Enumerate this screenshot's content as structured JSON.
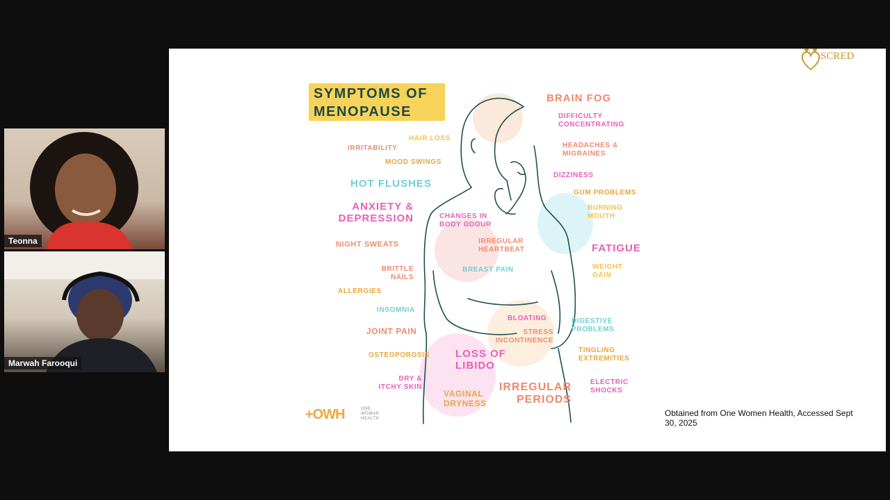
{
  "participants": [
    {
      "name": "Teonna"
    },
    {
      "name": "Marwah Farooqui"
    }
  ],
  "slide": {
    "title_line1": "SYMPTOMS OF",
    "title_line2": "MENOPAUSE",
    "logo": {
      "text": "SCRED"
    },
    "owh_logo": {
      "mark": "+OWH",
      "line1": "ONE",
      "line2": "WOMAN",
      "line3": "HEALTH"
    },
    "credit": "Obtained from One Women Health, Accessed Sept 30, 2025",
    "symptoms": {
      "hair_loss": "HAIR LOSS",
      "irritability": "IRRITABILITY",
      "mood_swings": "MOOD SWINGS",
      "hot_flushes": "HOT FLUSHES",
      "anxiety_1": "ANXIETY &",
      "anxiety_2": "DEPRESSION",
      "night_sweats": "NIGHT SWEATS",
      "brittle_1": "BRITTLE",
      "brittle_2": "NAILS",
      "allergies": "ALLERGIES",
      "insomnia": "INSOMNIA",
      "joint_pain": "JOINT PAIN",
      "osteoporosis": "OSTEOPOROSIS",
      "dry_1": "DRY &",
      "dry_2": "ITCHY SKIN",
      "body_odour_1": "CHANGES IN",
      "body_odour_2": "BODY ODOUR",
      "heartbeat_1": "IRREGULAR",
      "heartbeat_2": "HEARTBEAT",
      "breast_pain": "BREAST PAIN",
      "bloating": "BLOATING",
      "stress_1": "STRESS",
      "stress_2": "INCONTINENCE",
      "libido_1": "LOSS OF",
      "libido_2": "LIBIDO",
      "vaginal_1": "VAGINAL",
      "vaginal_2": "DRYNESS",
      "periods_1": "IRREGULAR",
      "periods_2": "PERIODS",
      "brain_fog": "BRAIN FOG",
      "concentrating_1": "DIFFICULTY",
      "concentrating_2": "CONCENTRATING",
      "headaches_1": "HEADACHES &",
      "headaches_2": "MIGRAINES",
      "dizziness": "DIZZINESS",
      "gum": "GUM PROBLEMS",
      "burning_1": "BURNING",
      "burning_2": "MOUTH",
      "fatigue": "FATIGUE",
      "weight_1": "WEIGHT",
      "weight_2": "GAIN",
      "digestive_1": "DIGESTIVE",
      "digestive_2": "PROBLEMS",
      "tingling_1": "TINGLING",
      "tingling_2": "EXTREMITIES",
      "electric_1": "ELECTRIC",
      "electric_2": "SHOCKS"
    }
  }
}
